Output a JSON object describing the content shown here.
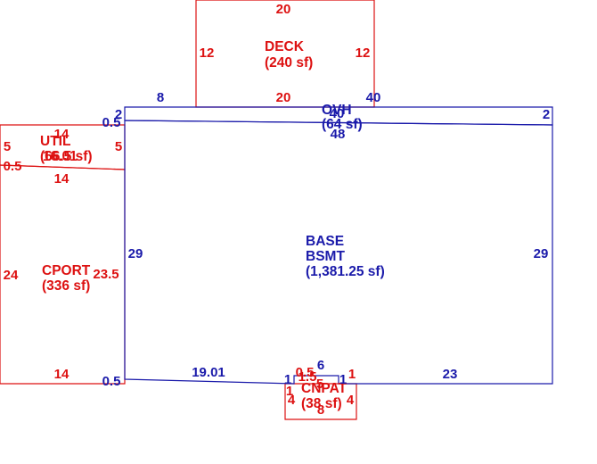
{
  "colors": {
    "addition": "#dd1111",
    "base": "#1a1aaa"
  },
  "areas": {
    "deck": {
      "name": "DECK",
      "size": "(240 sf)"
    },
    "ovh": {
      "name": "OVH",
      "size": "(64 sf)"
    },
    "util": {
      "name": "UTIL",
      "size": "(66.5 sf)",
      "overlap": "16.01"
    },
    "base": {
      "line1": "BASE",
      "line2": "BSMT",
      "size": "(1,381.25 sf)"
    },
    "cport": {
      "name": "CPORT",
      "size": "(336 sf)"
    },
    "cnpat": {
      "name": "CNPAT",
      "size": "(38 sf)"
    }
  },
  "dimensions": {
    "deck_top": "20",
    "deck_left": "12",
    "deck_right": "12",
    "deck_bottom": "20",
    "base_top_left": "8",
    "base_top_right": "40",
    "ovh_top": "40",
    "ovh_bottom": "48",
    "ovh_left": "2",
    "ovh_right": "2",
    "base_left_jog": "0.5",
    "util_top": "14",
    "util_left": "5",
    "util_right": "5",
    "util_jog": "0.5",
    "util_bottom": "14",
    "base_left": "29",
    "base_right": "29",
    "cport_left": "24",
    "cport_right": "23.5",
    "cport_bottom": "14",
    "base_bottom_jog": "0.5",
    "base_bottom_left": "19.01",
    "base_bottom_right": "23",
    "notch_top": "6",
    "notch_left": "1",
    "notch_right": "1",
    "cnpat_top_left": "0.5",
    "cnpat_top_mid": "1.5",
    "cnpat_top_right": "5",
    "cnpat_left_top": "1",
    "cnpat_right_top": "1",
    "cnpat_left": "4",
    "cnpat_right": "4",
    "cnpat_bottom": "8"
  }
}
